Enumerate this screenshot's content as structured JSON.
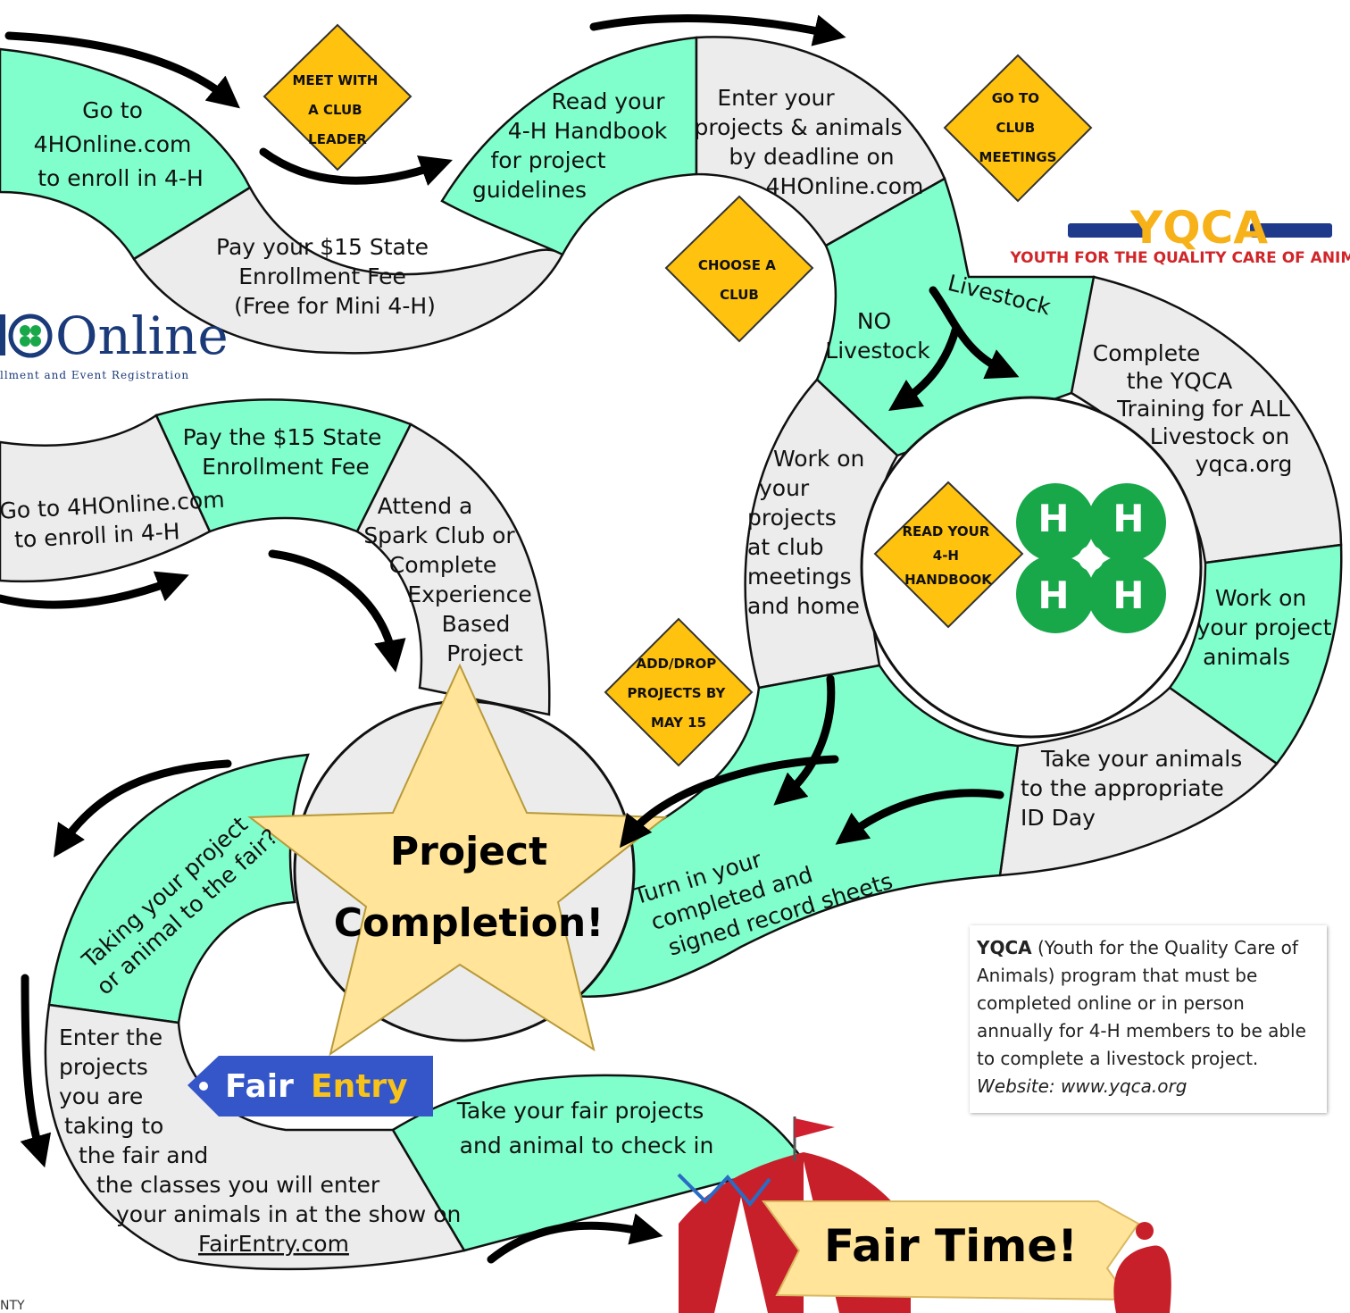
{
  "steps": {
    "go_enroll_top": [
      "Go to",
      "4HOnline.com",
      "to enroll in 4-H"
    ],
    "pay_fee_top": [
      "Pay your $15 State",
      "Enrollment Fee",
      "(Free for Mini 4-H)"
    ],
    "read_handbook": [
      "Read your",
      "4-H Handbook",
      "for project",
      "guidelines"
    ],
    "enter_projects": [
      "Enter your",
      "projects & animals",
      "by deadline on",
      "4HOnline.com"
    ],
    "no_livestock": [
      "NO",
      "Livestock"
    ],
    "livestock": "Livestock",
    "yqca_training": [
      "Complete",
      "the YQCA",
      "Training for ALL",
      "Livestock on",
      "yqca.org"
    ],
    "work_club": [
      "Work on",
      "your",
      "projects",
      "at club",
      "meetings",
      "and home"
    ],
    "work_animals": [
      "Work on",
      "your project",
      "animals"
    ],
    "id_day": [
      "Take your animals",
      "to the appropriate",
      "ID Day"
    ],
    "turn_in": [
      "Turn in your",
      "completed and",
      "signed record sheets"
    ],
    "pay_fee_left": [
      "Pay the $15 State",
      "Enrollment Fee"
    ],
    "go_enroll_left": [
      "Go to 4HOnline.com",
      "to enroll in 4-H"
    ],
    "spark_club": [
      "Attend a",
      "Spark Club or",
      "Complete",
      "Experience",
      "Based",
      "Project"
    ],
    "taking_fair": [
      "Taking your project",
      "or animal to the fair?"
    ],
    "enter_fair": [
      "Enter the",
      "projects",
      "you are",
      "taking to",
      "the fair and",
      "the classes you will enter",
      "your animals in at the show on",
      "FairEntry.com"
    ],
    "check_in": [
      "Take your fair projects",
      "and animal to check in"
    ]
  },
  "signs": {
    "meet_leader": [
      "MEET WITH",
      "A CLUB",
      "LEADER"
    ],
    "go_meetings": [
      "GO TO",
      "CLUB",
      "MEETINGS"
    ],
    "choose_club": [
      "CHOOSE A",
      "CLUB"
    ],
    "read_handbook": [
      "READ YOUR",
      "4-H",
      "HANDBOOK"
    ],
    "add_drop": [
      "ADD/DROP",
      "PROJECTS BY",
      "MAY 15"
    ]
  },
  "center": {
    "line1": "Project",
    "line2": "Completion!"
  },
  "fair_time": "Fair Time!",
  "logos": {
    "online": "Online",
    "online_sub": "llment and Event Registration",
    "yqca_big": "YQCA",
    "yqca_sub": "YOUTH FOR THE QUALITY CARE OF ANIMALS",
    "fairentry_a": "Fair",
    "fairentry_b": "Entry",
    "corner": "NTY"
  },
  "note": {
    "bold": "YQCA",
    "text": " (Youth for the Quality Care of Animals) program that must be completed online or in person annually for 4-H members to be able to complete a livestock project.",
    "website": "Website: www.yqca.org"
  },
  "colors": {
    "mint": "#80ffcc",
    "grey": "#ececec",
    "sign": "#ffc20e",
    "star": "#ffe49a",
    "clover": "#18a84a"
  }
}
